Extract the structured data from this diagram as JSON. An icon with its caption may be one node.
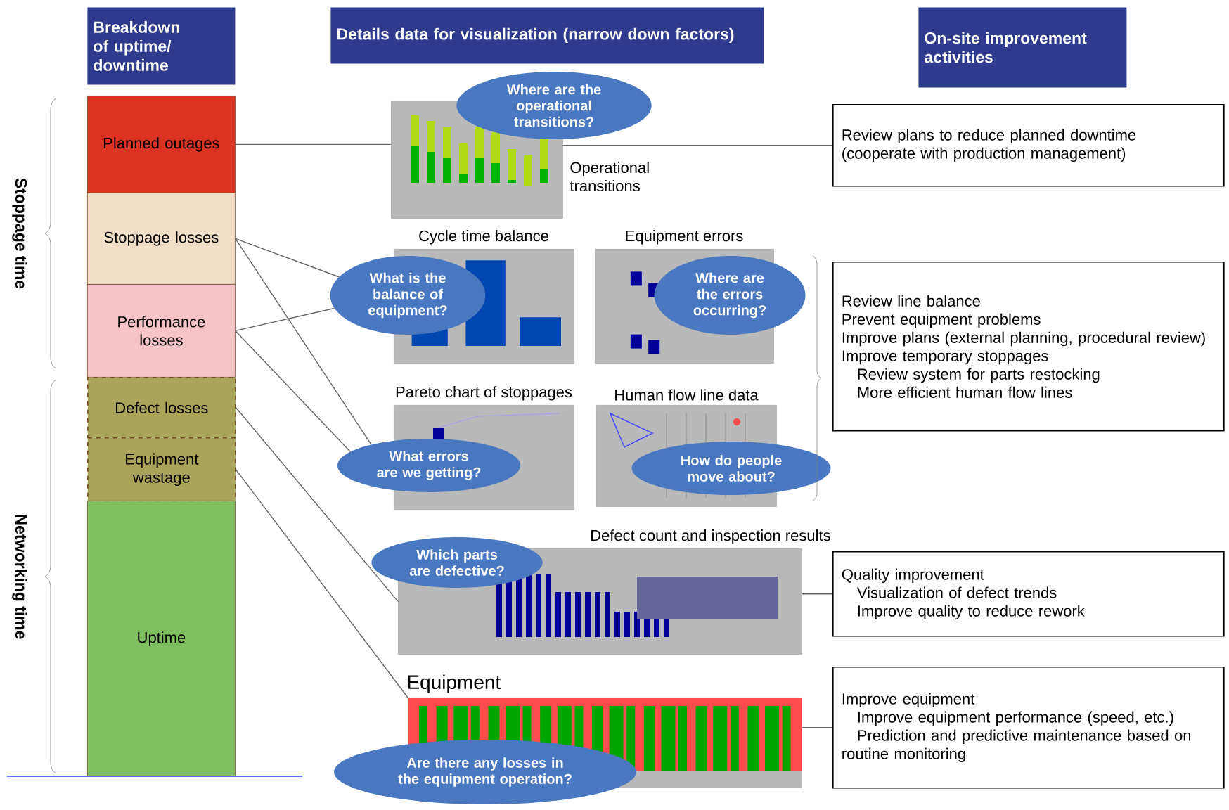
{
  "diagram": {
    "nodes": [
      {
        "text": [
          "Breakdown of uptime/ downtime"
        ]
      },
      {
        "text": [
          "Details data for visualization (narrow down factors)"
        ]
      },
      {
        "text": [
          "On-site improvement activities"
        ]
      },
      {
        "text": [
          "Planned outages"
        ]
      },
      {
        "text": [
          "Stoppage losses"
        ]
      },
      {
        "text": [
          "Performance losses"
        ]
      },
      {
        "text": [
          "Defect losses"
        ]
      },
      {
        "text": [
          "Equipment wastage"
        ]
      },
      {
        "text": [
          "Uptime"
        ]
      },
      {
        "text": [
          "Operational transitions"
        ]
      },
      {
        "text": [
          "Where are the operational transitions?"
        ]
      },
      {
        "text": [
          "Cycle time balance"
        ]
      },
      {
        "text": [
          "What is the balance of equipment?"
        ]
      },
      {
        "text": [
          "Equipment errors"
        ]
      },
      {
        "text": [
          "Where are the errors occurring?"
        ]
      },
      {
        "text": [
          "Pareto chart of stoppages"
        ]
      },
      {
        "text": [
          "What errors are we getting?"
        ]
      },
      {
        "text": [
          "Human flow line data"
        ]
      },
      {
        "text": [
          "How do people move about?"
        ]
      },
      {
        "text": [
          "Defect count and inspection results"
        ]
      },
      {
        "text": [
          "Which parts are defective?"
        ]
      },
      {
        "text": [
          "Equipment"
        ]
      },
      {
        "text": [
          "Are there any losses in the equipment operation?"
        ]
      },
      {
        "text": [
          "Review plans to reduce planned downtime (cooperate with production management)"
        ]
      },
      {
        "text": [
          "Review line balance",
          "Prevent equipment problems",
          "Improve plans (external planning, procedural review)",
          "Improve temporary stoppages",
          "Review system for parts restocking",
          "More efficient human flow lines"
        ]
      },
      {
        "text": [
          "Quality improvement",
          "Visualization of defect trends",
          "Improve quality to reduce rework"
        ]
      },
      {
        "text": [
          "Improve equipment",
          "Improve equipment performance (speed, etc.)",
          "Prediction and predictive maintenance based on routine monitoring"
        ]
      }
    ],
    "edges": [
      {
        "from": 3,
        "to": 9,
        "arrow": "none"
      },
      {
        "from": 9,
        "to": 23,
        "arrow": "none"
      },
      {
        "from": 4,
        "to": 12,
        "arrow": "none"
      },
      {
        "from": 4,
        "to": 16,
        "arrow": "none"
      },
      {
        "from": 5,
        "to": 12,
        "arrow": "none"
      },
      {
        "from": 5,
        "to": 16,
        "arrow": "none"
      },
      {
        "from": 6,
        "to": 19,
        "arrow": "none"
      },
      {
        "from": 7,
        "to": 21,
        "arrow": "none"
      },
      {
        "from": 19,
        "to": 25,
        "arrow": "none"
      },
      {
        "from": 21,
        "to": 26,
        "arrow": "none"
      }
    ],
    "labels": [
      "Stoppage time",
      "Networking time"
    ]
  }
}
